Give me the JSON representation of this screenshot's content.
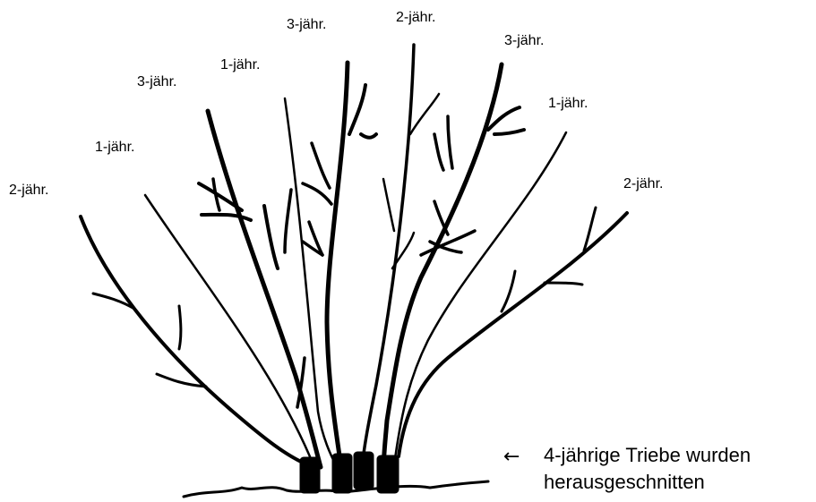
{
  "labels": {
    "l1": "2-jähr.",
    "l2": "1-jähr.",
    "l3": "3-jähr.",
    "l4": "1-jähr.",
    "l5": "3-jähr.",
    "l6": "2-jähr.",
    "l7": "3-jähr.",
    "l8": "1-jähr.",
    "l9": "2-jähr."
  },
  "note": {
    "arrow": "←",
    "line1": "4-jährige Triebe wurden",
    "line2": "herausgeschnitten"
  },
  "colors": {
    "ink": "#000000",
    "background": "#ffffff"
  }
}
